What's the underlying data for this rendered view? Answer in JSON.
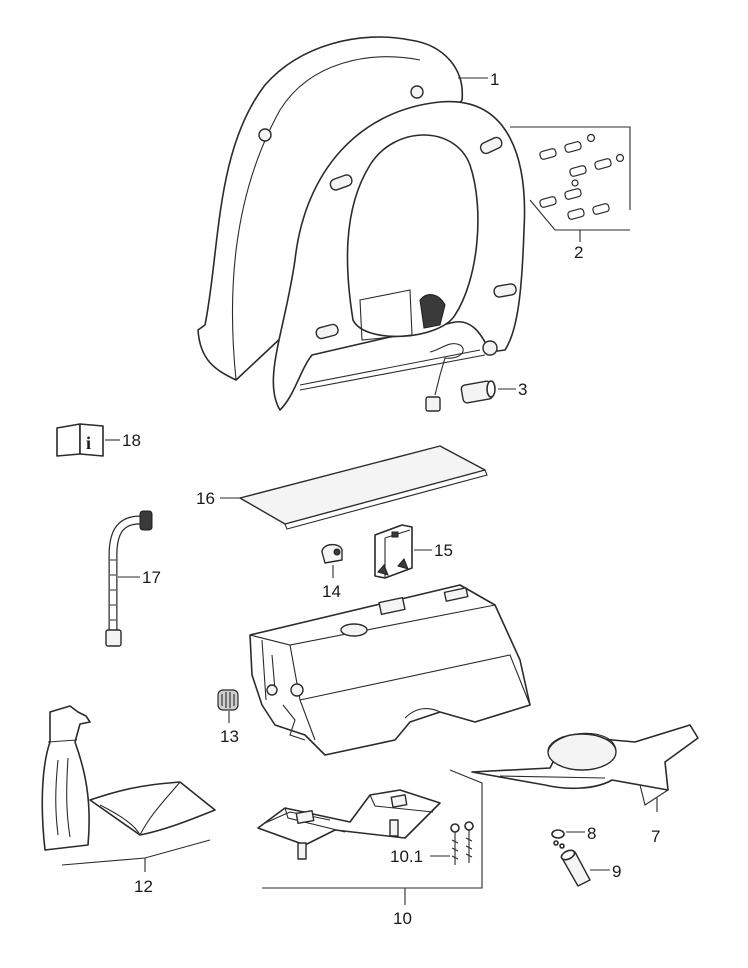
{
  "labels": {
    "p1": "1",
    "p2": "2",
    "p3": "3",
    "p7": "7",
    "p8": "8",
    "p9": "9",
    "p10": "10",
    "p10_1": "10.1",
    "p12": "12",
    "p13": "13",
    "p14": "14",
    "p15": "15",
    "p16": "16",
    "p17": "17",
    "p18": "18"
  },
  "manual_icon_glyph": "i",
  "icons": {
    "manual": "info-book-icon"
  }
}
